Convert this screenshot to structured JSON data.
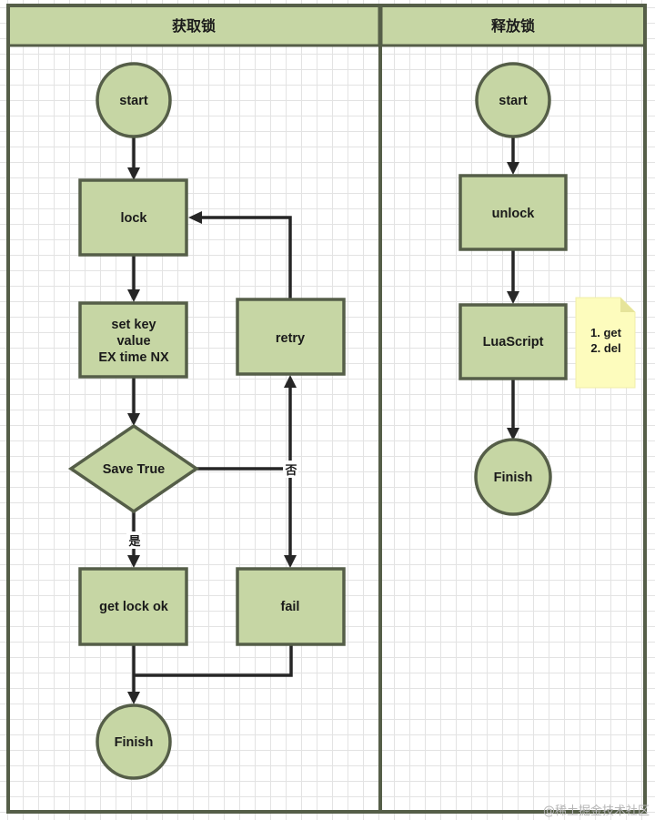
{
  "lanes": {
    "acquire": {
      "title": "获取锁"
    },
    "release": {
      "title": "释放锁"
    }
  },
  "acquire": {
    "start": "start",
    "lock": "lock",
    "setkey": [
      "set key",
      "value",
      "EX time NX"
    ],
    "decision": "Save True",
    "yes_label": "是",
    "no_label": "否",
    "getlock": "get lock ok",
    "fail": "fail",
    "retry": "retry",
    "finish": "Finish"
  },
  "release": {
    "start": "start",
    "unlock": "unlock",
    "luascript": "LuaScript",
    "finish": "Finish",
    "note": [
      "1. get",
      "2. del"
    ]
  },
  "watermark": "@稀土掘金技术社区",
  "colors": {
    "node_fill": "#c6d6a4",
    "node_stroke": "#555e48",
    "edge": "#262626",
    "note_fill": "#fdfcbd"
  }
}
